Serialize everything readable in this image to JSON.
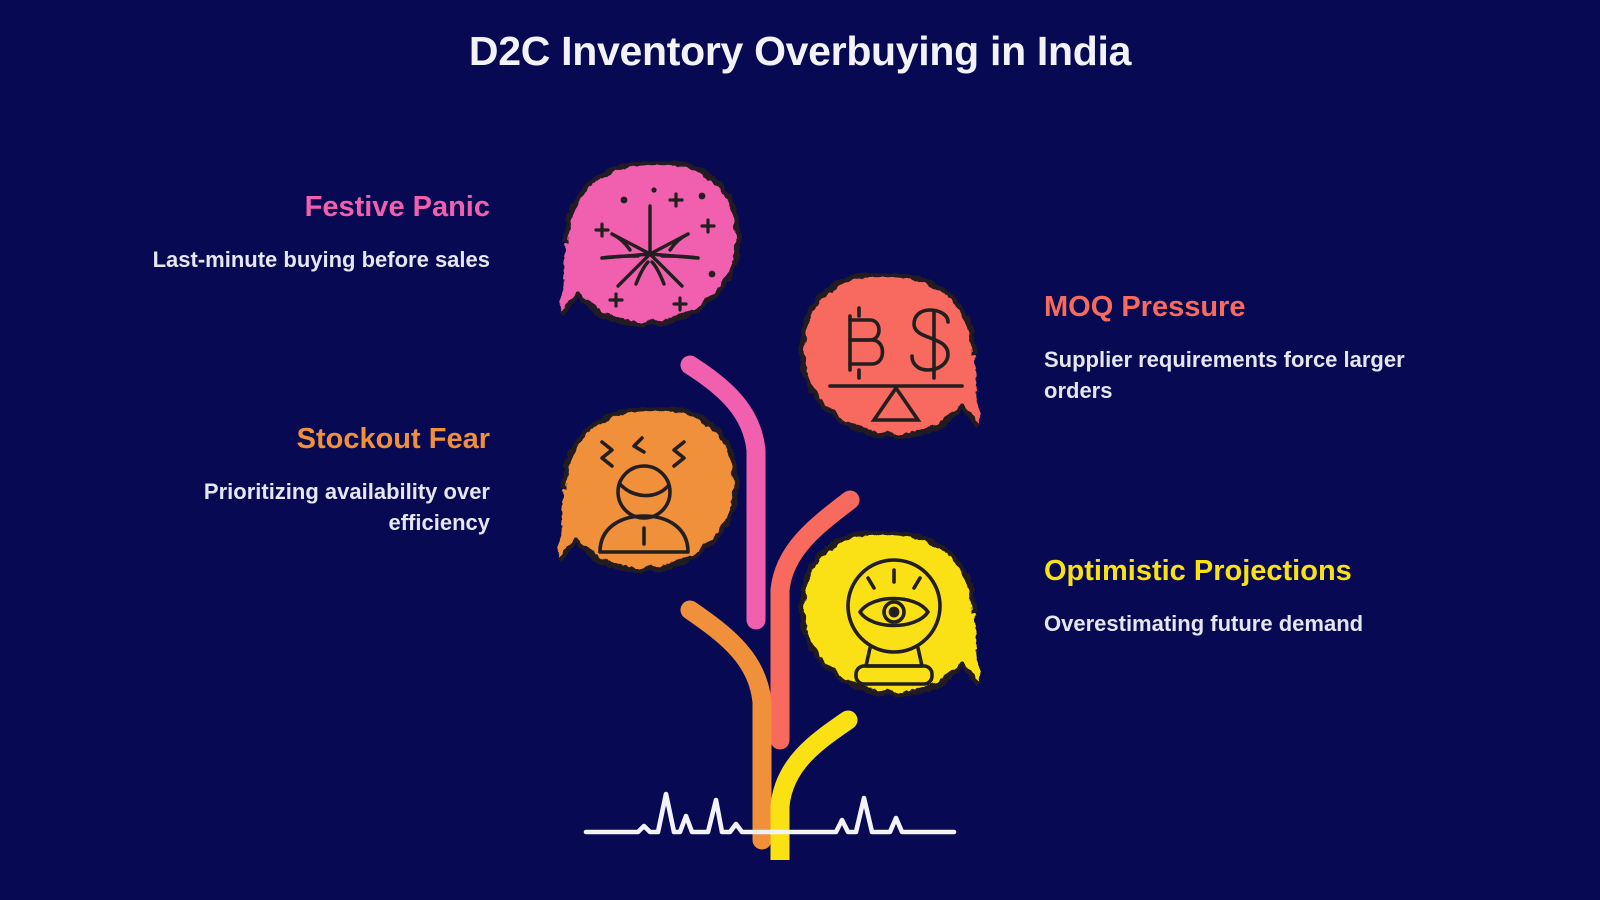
{
  "page": {
    "title": "D2C Inventory Overbuying in India",
    "background_color": "#070a52",
    "title_color": "#f2f3f9",
    "body_text_color": "#e4e6f0"
  },
  "nodes": [
    {
      "id": "festive-panic",
      "heading": "Festive Panic",
      "description": "Last-minute buying before sales",
      "color": "#f060ae",
      "icon": "fireworks-icon",
      "side": "left",
      "align": "right"
    },
    {
      "id": "stockout-fear",
      "heading": "Stockout Fear",
      "description": "Prioritizing availability over efficiency",
      "color": "#f0903a",
      "icon": "stressed-person-icon",
      "side": "left",
      "align": "right"
    },
    {
      "id": "moq-pressure",
      "heading": "MOQ Pressure",
      "description": "Supplier requirements force larger orders",
      "color": "#f86a5e",
      "icon": "balance-scale-currency-icon",
      "side": "right",
      "align": "left"
    },
    {
      "id": "optimistic-projections",
      "heading": "Optimistic Projections",
      "description": "Overestimating future demand",
      "color": "#fae113",
      "icon": "crystal-ball-eye-icon",
      "side": "right",
      "align": "left"
    }
  ],
  "graphic": {
    "type": "tree-diagram",
    "leaf_count": 4,
    "baseline": "ecg-heartbeat-line",
    "baseline_color": "#f2f3f9",
    "leaf_outline_color": "#231f20"
  }
}
